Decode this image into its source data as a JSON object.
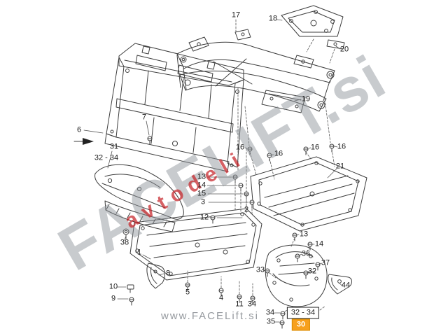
{
  "diagram": {
    "watermark": {
      "main": "FACELIFT.si",
      "accent": "avtodeli",
      "url": "www.FACELift.si"
    },
    "highlight_color": "#f7a01d",
    "callouts": {
      "n17": "17",
      "n18": "18",
      "n20": "20",
      "n19": "19",
      "n6": "6",
      "n7": "7",
      "n31": "31",
      "range31": "32 - 34",
      "n16a": "16",
      "n16b": "16",
      "n16c": "16",
      "n16d": "16",
      "n21": "21",
      "n13a": "13",
      "n14a": "14",
      "n15": "15",
      "n3": "3",
      "n12": "12",
      "n2": "2",
      "n38": "38",
      "n1": "1",
      "n13b": "13",
      "n14b": "14",
      "n36": "36",
      "n37": "37",
      "n33": "33",
      "n32": "32",
      "n44": "44",
      "n10": "10",
      "n9": "9",
      "n8": "8",
      "n5": "5",
      "n4": "4",
      "n11": "11",
      "n34a": "34",
      "n34b": "34",
      "n35": "35",
      "range30": "32 - 34",
      "n30": "30"
    }
  }
}
